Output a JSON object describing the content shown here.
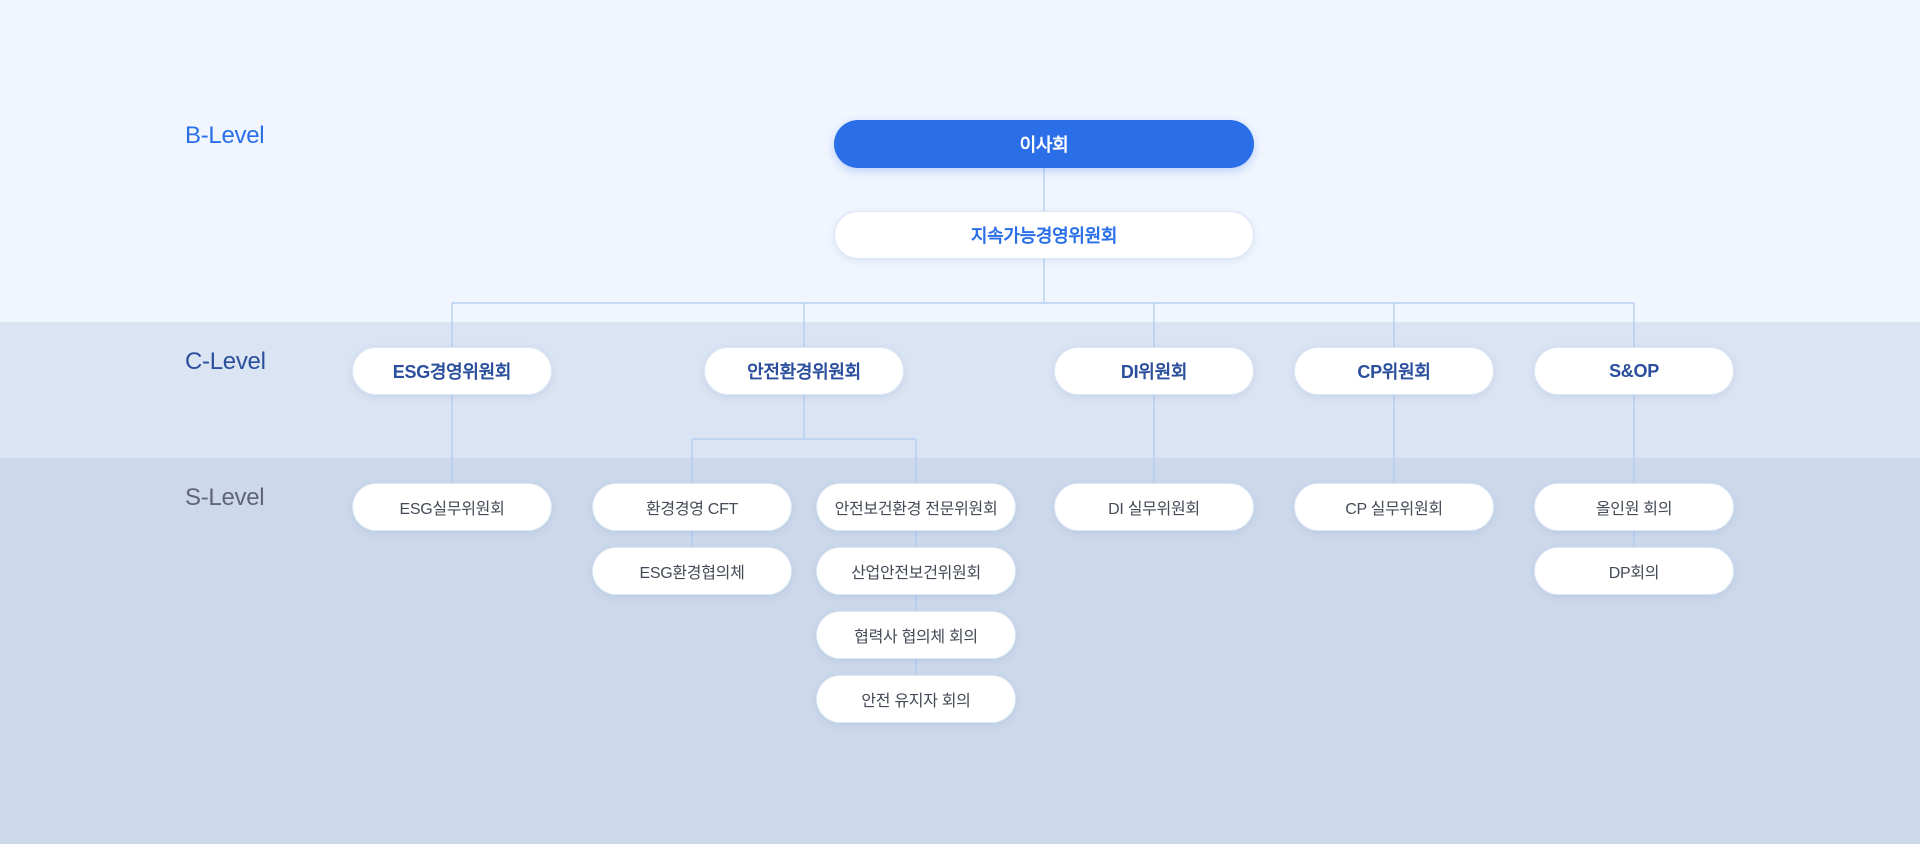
{
  "levels": {
    "b_level": "B-Level",
    "c_level": "C-Level",
    "s_level": "S-Level"
  },
  "b_nodes": {
    "board": "이사회",
    "sustainability_committee": "지속가능경영위원회"
  },
  "c_nodes": [
    "ESG경영위원회",
    "안전환경위원회",
    "DI위원회",
    "CP위원회",
    "S&OP"
  ],
  "s_nodes": {
    "esg": [
      "ESG실무위원회"
    ],
    "safety_left": [
      "환경경영 CFT",
      "ESG환경협의체"
    ],
    "safety_right": [
      "안전보건환경 전문위원회",
      "산업안전보건위원회",
      "협력사 협의체 회의",
      "안전 유지자 회의"
    ],
    "di": [
      "DI 실무위원회"
    ],
    "cp": [
      "CP 실무위원회"
    ],
    "sop": [
      "올인원 회의",
      "DP회의"
    ]
  },
  "colors": {
    "primary": "#2a6fe8",
    "c_text": "#2b4f9c",
    "s_text": "#444b56",
    "connector": "#aecaf0",
    "band_b": "#f1f6fe",
    "band_c": "#dbe4f3",
    "band_s": "#cdd9eb"
  }
}
